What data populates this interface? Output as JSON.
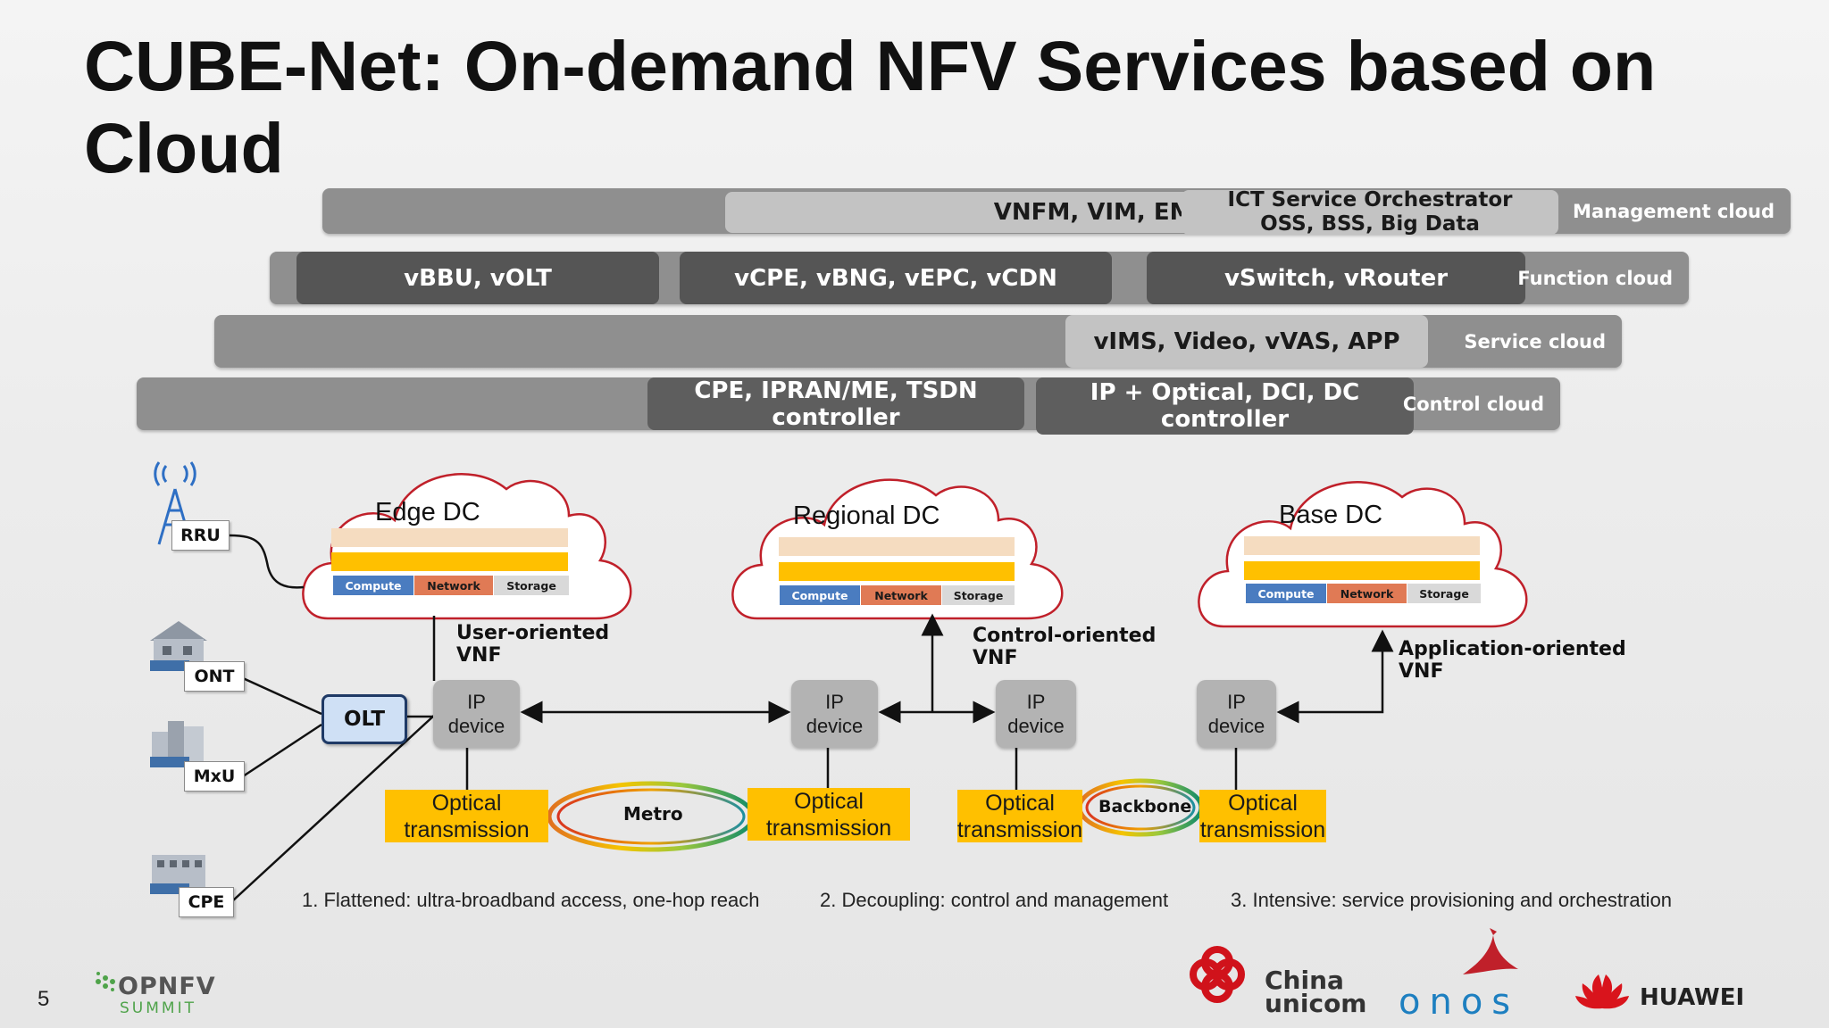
{
  "title": "CUBE-Net: On-demand NFV Services based on Cloud",
  "layers": {
    "management": {
      "label": "Management cloud",
      "boxes": [
        "VNFM, VIM, EMS",
        "ICT Service Orchestrator\nOSS, BSS, Big Data"
      ]
    },
    "function": {
      "label": "Function cloud",
      "boxes": [
        "vBBU, vOLT",
        "vCPE, vBNG, vEPC, vCDN",
        "vSwitch, vRouter"
      ]
    },
    "service": {
      "label": "Service cloud",
      "boxes": [
        "vIMS, Video, vVAS, APP"
      ]
    },
    "control": {
      "label": "Control cloud",
      "boxes": [
        "CPE, IPRAN/ME, TSDN\ncontroller",
        "IP + Optical, DCI, DC\ncontroller"
      ]
    }
  },
  "datacenters": [
    {
      "name": "Edge DC",
      "compute": "Compute",
      "network": "Network",
      "storage": "Storage"
    },
    {
      "name": "Regional DC",
      "compute": "Compute",
      "network": "Network",
      "storage": "Storage"
    },
    {
      "name": "Base DC",
      "compute": "Compute",
      "network": "Network",
      "storage": "Storage"
    }
  ],
  "vnf_labels": [
    "User-oriented\nVNF",
    "Control-oriented\nVNF",
    "Application-oriented\nVNF"
  ],
  "ip_device": "IP\ndevice",
  "optical": "Optical\ntransmission",
  "rings": [
    "Metro",
    "Backbone"
  ],
  "access": {
    "rru": "RRU",
    "ont": "ONT",
    "mxu": "MxU",
    "cpe": "CPE",
    "olt": "OLT"
  },
  "notes": [
    "1. Flattened: ultra-broadband access, one-hop reach",
    "2. Decoupling: control and management",
    "3. Intensive: service provisioning and orchestration"
  ],
  "footer": {
    "page_number": "5",
    "logos": {
      "opnfv": "OPNFV",
      "summit": "SUMMIT",
      "china": "China",
      "unicom": "unicom",
      "onos": "onos",
      "huawei": "HUAWEI"
    }
  },
  "colors": {
    "optical": "#ffc000",
    "dc_outline": "#c0202a",
    "compute": "#4a7cc0",
    "network": "#e07a55"
  }
}
